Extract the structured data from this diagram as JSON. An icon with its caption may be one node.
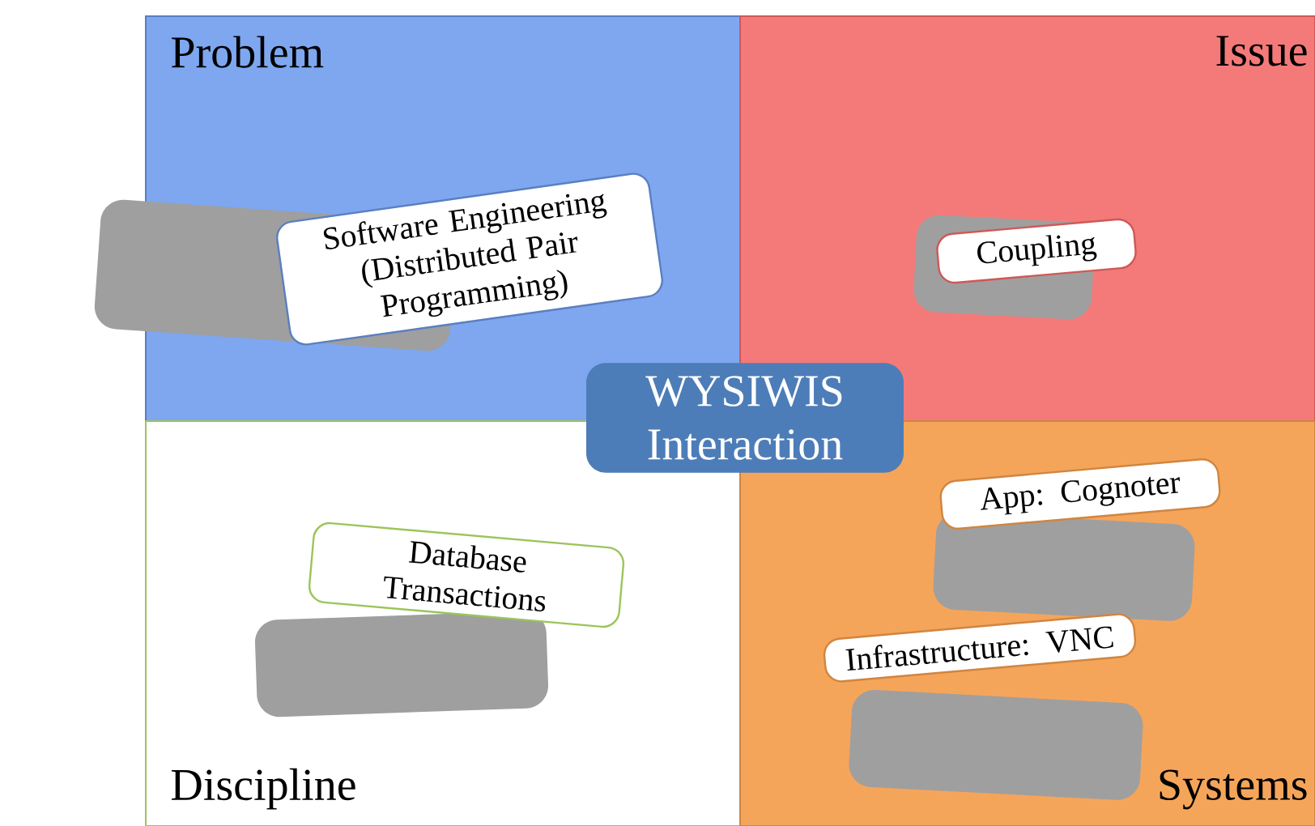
{
  "diagram": {
    "nodes": [
      {
        "text": [
          "Problem"
        ]
      },
      {
        "text": [
          "Issue"
        ]
      },
      {
        "text": [
          "Discipline"
        ]
      },
      {
        "text": [
          "Systems"
        ]
      },
      {
        "text": [
          "Software Engineering (Distributed Pair Programming)"
        ],
        "in": 0
      },
      {
        "text": [
          "Coupling"
        ],
        "in": 1
      },
      {
        "text": [
          "Database Transactions"
        ],
        "in": 2
      },
      {
        "text": [
          "App: Cognoter"
        ],
        "in": 3
      },
      {
        "text": [
          "Infrastructure: VNC"
        ],
        "in": 3
      },
      {
        "text": [
          "WYSIWIS Interaction"
        ]
      }
    ]
  }
}
